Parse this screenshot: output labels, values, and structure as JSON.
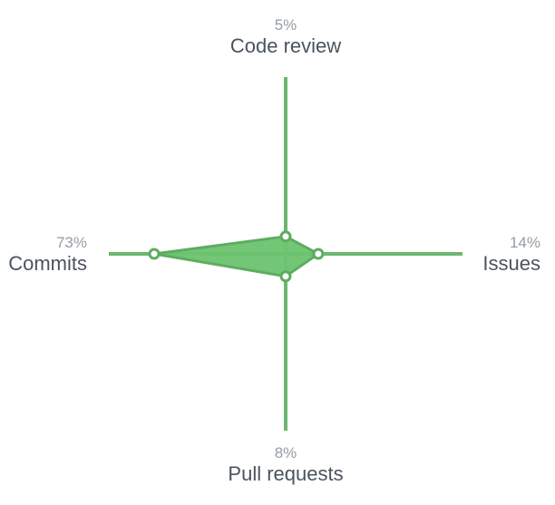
{
  "activity_overview": {
    "axes": [
      {
        "key": "code_review",
        "label": "Code review",
        "percent_label": "5%"
      },
      {
        "key": "issues",
        "label": "Issues",
        "percent_label": "14%"
      },
      {
        "key": "pull_requests",
        "label": "Pull requests",
        "percent_label": "8%"
      },
      {
        "key": "commits",
        "label": "Commits",
        "percent_label": "73%"
      }
    ],
    "colors": {
      "axis_line": "#6cb76f",
      "area_fill": "#6cc36f",
      "area_stroke": "#5cad60",
      "point_fill": "#ffffff",
      "percent_text": "#959da5",
      "label_text": "#4a545e"
    }
  },
  "chart_data": {
    "type": "radar",
    "categories": [
      "Code review",
      "Issues",
      "Pull requests",
      "Commits"
    ],
    "values": [
      5,
      14,
      8,
      73
    ],
    "unit": "%"
  }
}
